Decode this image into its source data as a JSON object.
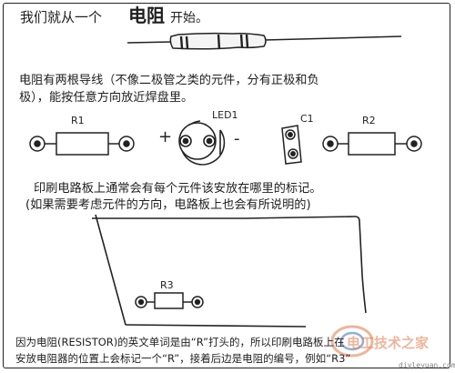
{
  "title": {
    "part1": "我们就从一个",
    "part2": "电阻",
    "part3": "开始。"
  },
  "paragraph1": {
    "line1": "电阻有两根导线（不像二极管之类的元件，分有正极和负",
    "line2": "极），能按任意方向放近焊盘里。"
  },
  "components": {
    "r1": "R1",
    "led1": "LED1",
    "c1": "C1",
    "r2": "R2",
    "r3": "R3",
    "plus": "+",
    "minus": "-"
  },
  "paragraph2": {
    "line1": "印刷电路板上通常会有每个元件该安放在哪里的标记。",
    "line2": "(如果需要考虑元件的方向，电路板上也会有所说明的)"
  },
  "paragraph3": {
    "line1": "因为电阻(RESISTOR)的英文单词是由“R”打头的，所以印刷电路板上在",
    "line2": "安放电阻器的位置上会标记一个“R”，接着后边是电阻的编号，例如“R3”"
  },
  "watermark": {
    "brand": "电工技术之家",
    "url": "diyleyuan.com"
  },
  "colors": {
    "ink": "#1e1e1e",
    "brand_orange": "#e07a4a",
    "brand_blue": "#3a6fb0"
  }
}
